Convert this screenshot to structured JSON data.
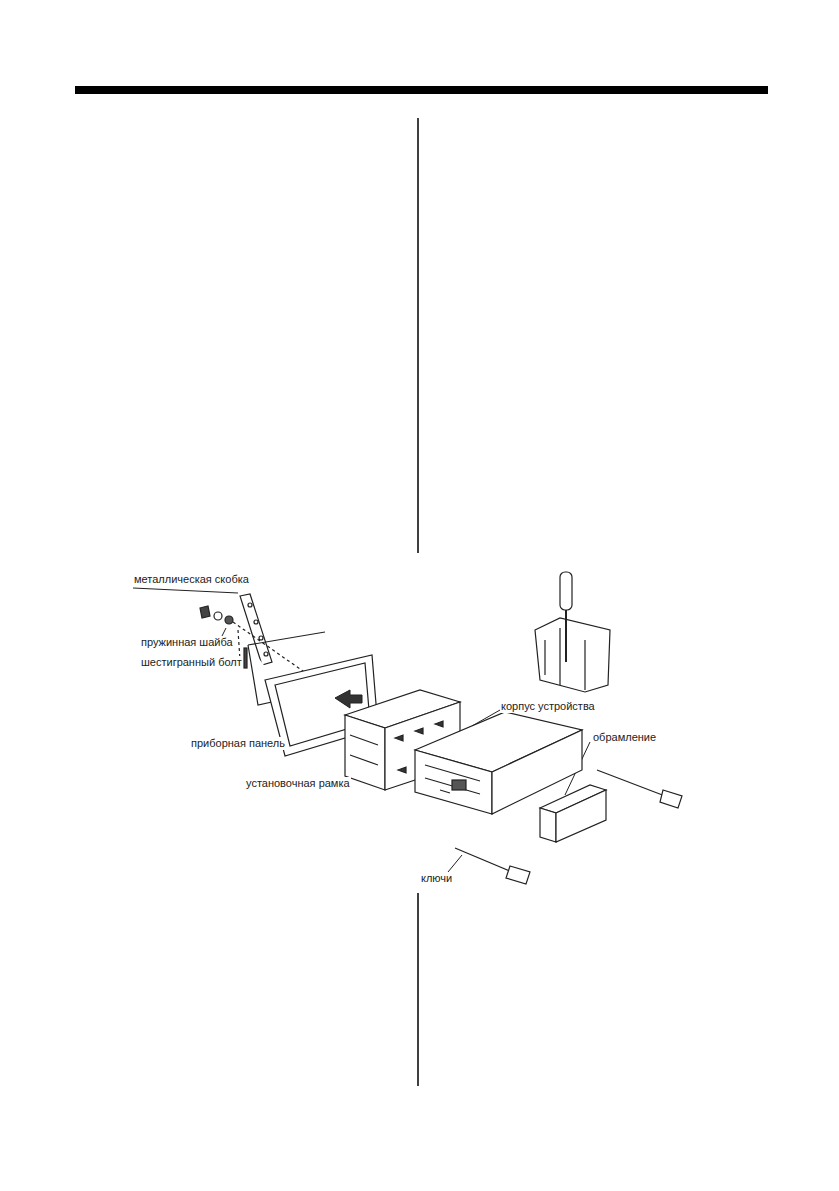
{
  "diagram": {
    "labels": [
      "металлическая скобка",
      "пружинная шайба",
      "шестигранный болт",
      "приборная панель",
      "установочная рамка",
      "корпус устройства",
      "обрамление",
      "ключи"
    ]
  }
}
